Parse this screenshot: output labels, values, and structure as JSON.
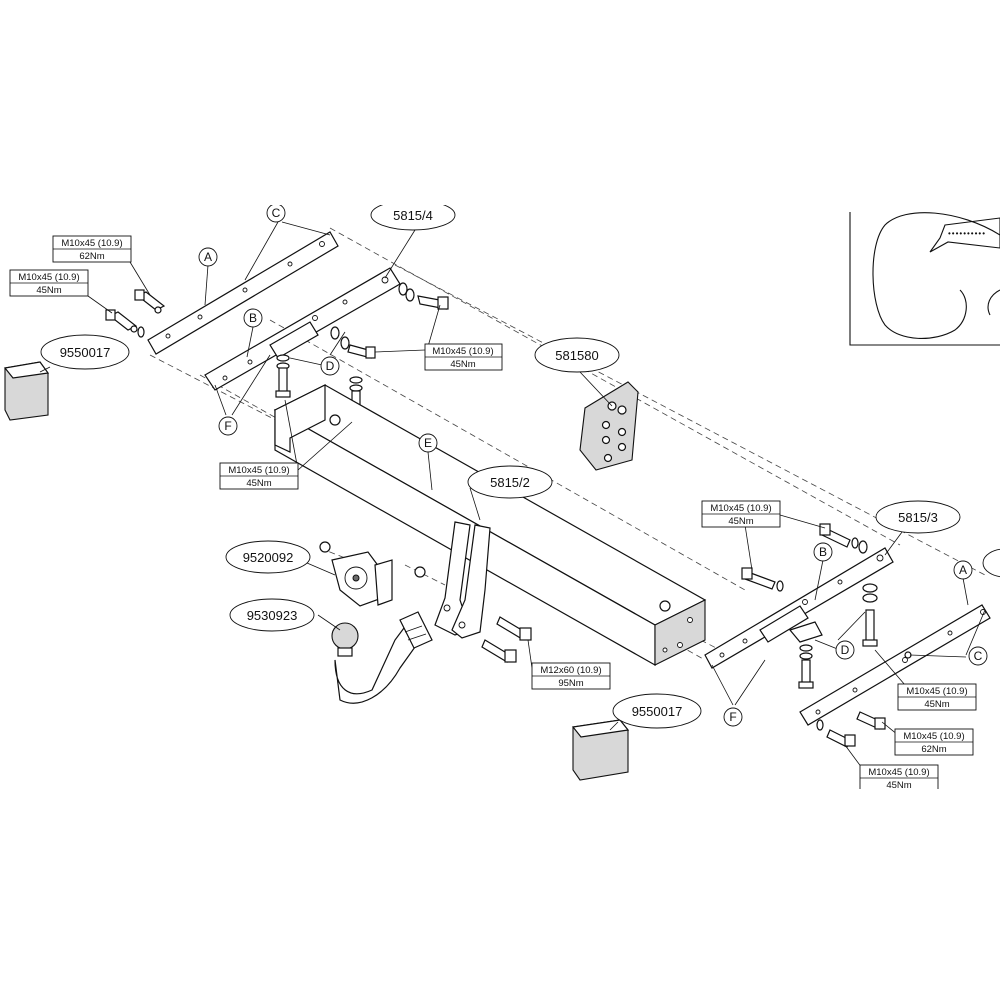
{
  "part_codes": {
    "left_bracket": "5815/4",
    "electrical_kit": "581580",
    "main_bar": "5815/2",
    "right_bracket": "5815/3",
    "socket_plate": "9520092",
    "tow_ball": "9530923",
    "sticker_left": "9550017",
    "sticker_right": "9550017"
  },
  "letters": {
    "A": "A",
    "B": "B",
    "C": "C",
    "D": "D",
    "E": "E",
    "F": "F"
  },
  "specs": {
    "left_top": {
      "bolt": "M10x45 (10.9)",
      "torque": "62Nm"
    },
    "left_second": {
      "bolt": "M10x45 (10.9)",
      "torque": "45Nm"
    },
    "left_middle": {
      "bolt": "M10x45 (10.9)",
      "torque": "45Nm"
    },
    "left_lower": {
      "bolt": "M10x45 (10.9)",
      "torque": "45Nm"
    },
    "ball_mount": {
      "bolt": "M12x60 (10.9)",
      "torque": "95Nm"
    },
    "right_top": {
      "bolt": "M10x45 (10.9)",
      "torque": "45Nm"
    },
    "right_middle": {
      "bolt": "M10x45 (10.9)",
      "torque": "45Nm"
    },
    "right_lower": {
      "bolt": "M10x45 (10.9)",
      "torque": "62Nm"
    },
    "right_bottom": {
      "bolt": "M10x45 (10.9)",
      "torque": "45Nm"
    }
  },
  "colors": {
    "line": "#111111",
    "shade": "#d8d8d8",
    "dark": "#6b6b6b"
  }
}
